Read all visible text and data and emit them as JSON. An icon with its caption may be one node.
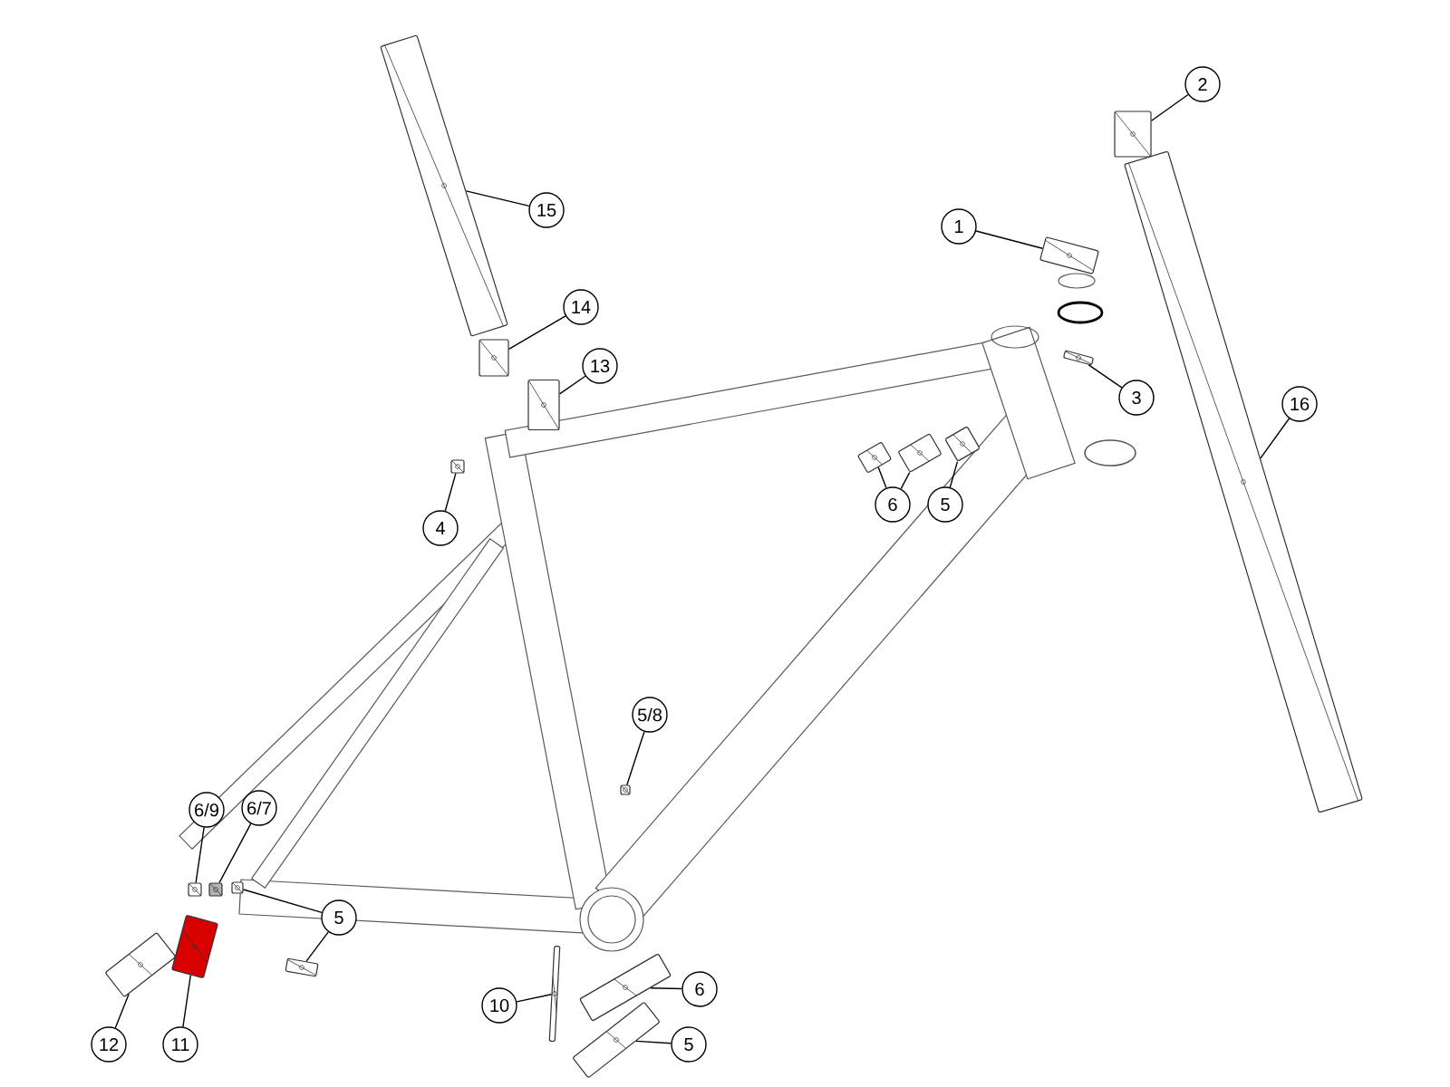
{
  "diagram": {
    "nodes": [
      {
        "text": [
          "2"
        ]
      },
      {
        "text": [],
        "shape": "picture"
      },
      {
        "text": [
          "15"
        ]
      },
      {
        "text": [],
        "shape": "picture"
      },
      {
        "text": [
          "1"
        ]
      },
      {
        "text": [],
        "shape": "picture"
      },
      {
        "text": [
          "14"
        ]
      },
      {
        "text": [],
        "shape": "picture"
      },
      {
        "text": [
          "13"
        ]
      },
      {
        "text": [],
        "shape": "picture"
      },
      {
        "text": [
          "3"
        ]
      },
      {
        "text": [],
        "shape": "picture"
      },
      {
        "text": [
          "16"
        ]
      },
      {
        "text": [],
        "shape": "picture"
      },
      {
        "text": [
          "4"
        ]
      },
      {
        "text": [],
        "shape": "picture"
      },
      {
        "text": [
          "6"
        ]
      },
      {
        "text": [],
        "shape": "picture"
      },
      {
        "text": [],
        "shape": "picture"
      },
      {
        "text": [
          "5"
        ]
      },
      {
        "text": [],
        "shape": "picture"
      },
      {
        "text": [
          "5/8"
        ]
      },
      {
        "text": [],
        "shape": "picture"
      },
      {
        "text": [
          "6/9"
        ]
      },
      {
        "text": [],
        "shape": "picture"
      },
      {
        "text": [
          "6/7"
        ]
      },
      {
        "text": [],
        "shape": "picture"
      },
      {
        "text": [
          "5"
        ]
      },
      {
        "text": [],
        "shape": "picture"
      },
      {
        "text": [],
        "shape": "picture"
      },
      {
        "text": [
          "10"
        ]
      },
      {
        "text": [],
        "shape": "picture"
      },
      {
        "text": [
          "6"
        ]
      },
      {
        "text": [],
        "shape": "picture"
      },
      {
        "text": [
          "12"
        ]
      },
      {
        "text": [],
        "shape": "picture"
      },
      {
        "text": [
          "11"
        ]
      },
      {
        "text": [],
        "shape": "picture"
      },
      {
        "text": [
          "5"
        ]
      },
      {
        "text": [],
        "shape": "picture"
      }
    ],
    "edges": [
      {
        "from": 0,
        "to": 1,
        "arrow": "none"
      },
      {
        "from": 2,
        "to": 3,
        "arrow": "none"
      },
      {
        "from": 4,
        "to": 5,
        "arrow": "none"
      },
      {
        "from": 6,
        "to": 7,
        "arrow": "none"
      },
      {
        "from": 8,
        "to": 9,
        "arrow": "none"
      },
      {
        "from": 10,
        "to": 11,
        "arrow": "none"
      },
      {
        "from": 12,
        "to": 13,
        "arrow": "none"
      },
      {
        "from": 14,
        "to": 15,
        "arrow": "none"
      },
      {
        "from": 16,
        "to": 17,
        "arrow": "none"
      },
      {
        "from": 16,
        "to": 18,
        "arrow": "none"
      },
      {
        "from": 19,
        "to": 20,
        "arrow": "none"
      },
      {
        "from": 21,
        "to": 22,
        "arrow": "none"
      },
      {
        "from": 23,
        "to": 24,
        "arrow": "none"
      },
      {
        "from": 25,
        "to": 26,
        "arrow": "none"
      },
      {
        "from": 27,
        "to": 28,
        "arrow": "none"
      },
      {
        "from": 27,
        "to": 29,
        "arrow": "none"
      },
      {
        "from": 30,
        "to": 31,
        "arrow": "none"
      },
      {
        "from": 32,
        "to": 33,
        "arrow": "none"
      },
      {
        "from": 34,
        "to": 35,
        "arrow": "none"
      },
      {
        "from": 36,
        "to": 37,
        "arrow": "none"
      },
      {
        "from": 38,
        "to": 39,
        "arrow": "none"
      }
    ]
  }
}
